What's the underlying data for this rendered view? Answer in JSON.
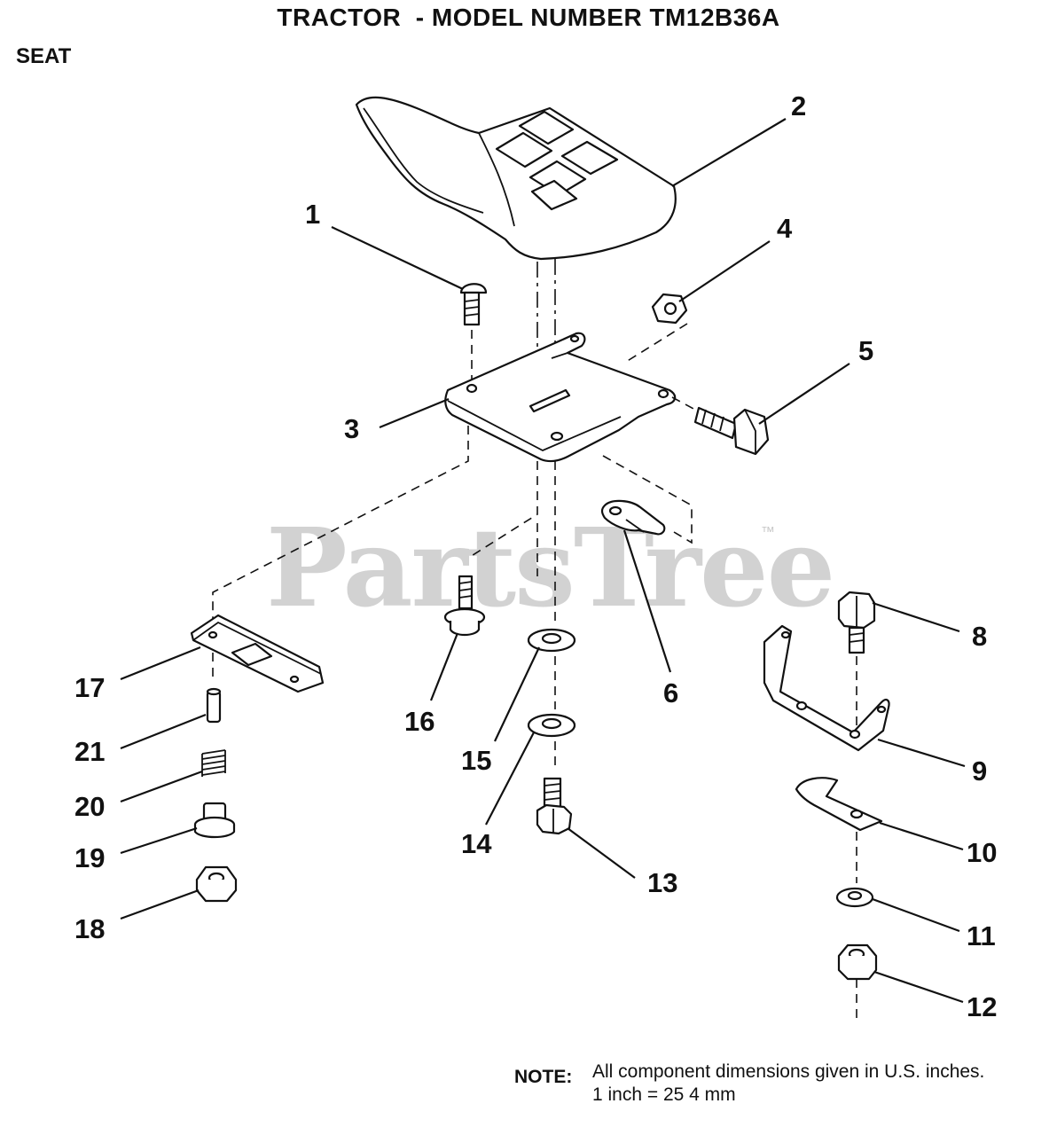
{
  "title": "TRACTOR  - MODEL NUMBER TM12B36A",
  "subtitle": "SEAT",
  "watermark": "PartsTree",
  "watermark_tm": "™",
  "note": {
    "label": "NOTE:",
    "line1": "All component dimensions given in U.S. inches.",
    "line2": "1 inch = 25 4 mm"
  },
  "callouts": [
    "1",
    "2",
    "3",
    "4",
    "5",
    "6",
    "8",
    "9",
    "10",
    "11",
    "12",
    "13",
    "14",
    "15",
    "16",
    "17",
    "18",
    "19",
    "20",
    "21"
  ]
}
